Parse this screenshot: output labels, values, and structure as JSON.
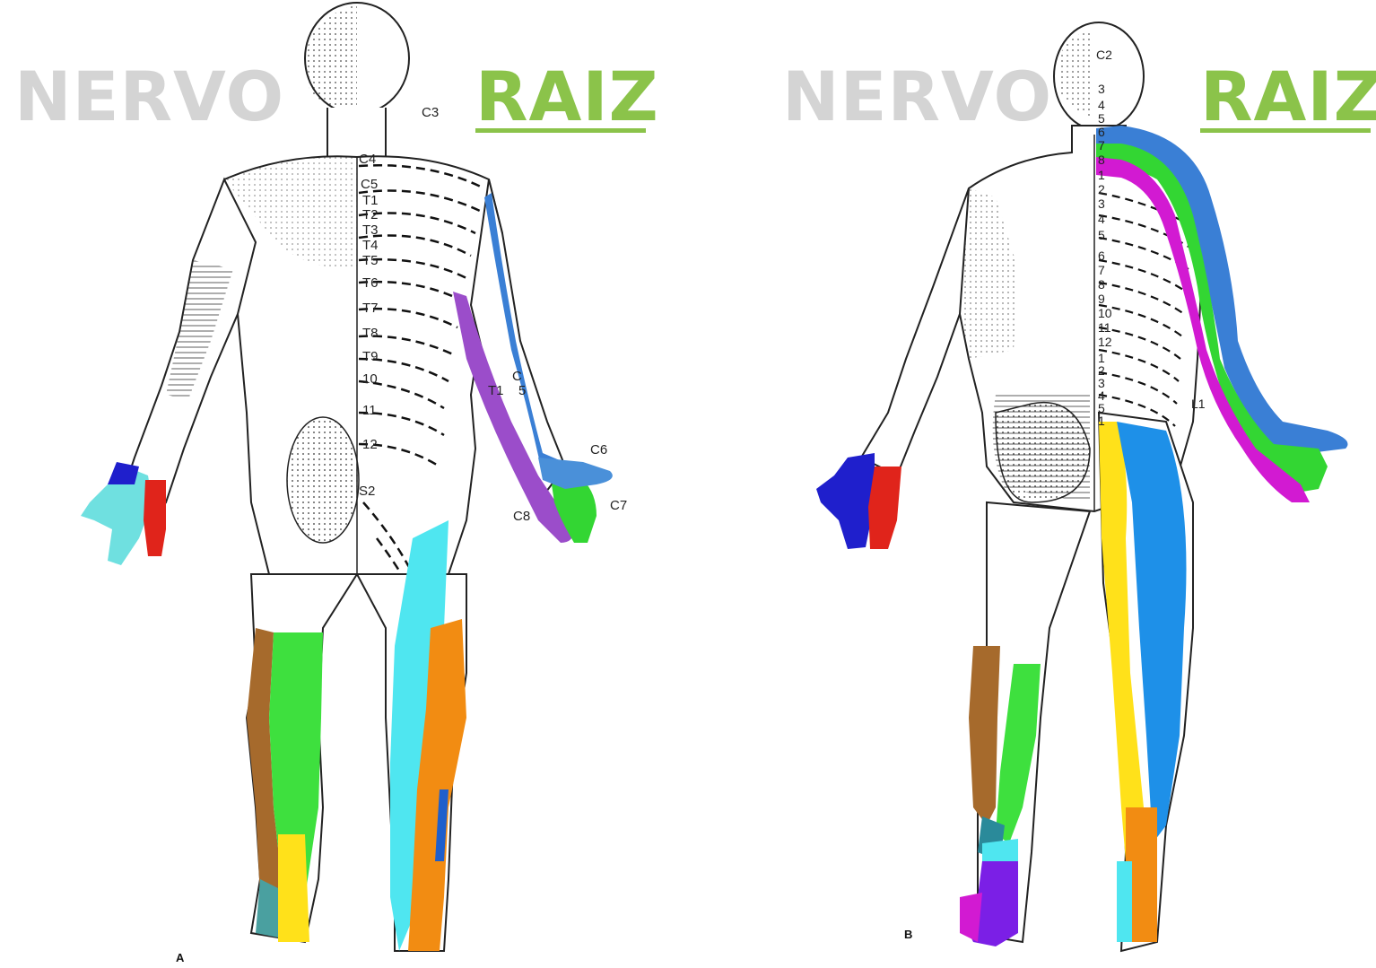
{
  "headings": {
    "left_nervo": "NERVO",
    "left_raiz": "RAIZ",
    "right_nervo": "NERVO",
    "right_raiz": "RAIZ"
  },
  "panels": {
    "a": "A",
    "b": "B"
  },
  "front_labels": {
    "c3": "C3",
    "c4": "C4",
    "c5": "C5",
    "t1": "T1",
    "t2": "T2",
    "t3": "T3",
    "t4": "T4",
    "t5": "T5",
    "t6": "T6",
    "t7": "T7",
    "t8": "T8",
    "t9": "T9",
    "t10": "10",
    "t11": "11",
    "t12": "12",
    "s2": "S2",
    "arm_t1": "T1",
    "arm_c": "C",
    "arm_5": "5",
    "c6": "C6",
    "c7": "C7",
    "c8": "C8"
  },
  "back_labels": {
    "c2": "C2",
    "c3": "3",
    "c4": "4",
    "c5": "5",
    "c6": "6",
    "c7": "7",
    "c8": "8",
    "t1": "1",
    "t2": "2",
    "t3": "3",
    "t4": "4",
    "t5": "5",
    "t6": "6",
    "t7": "7",
    "t8": "8",
    "t9": "9",
    "t10": "10",
    "t11": "11",
    "t12": "12",
    "l1": "1",
    "l2": "2",
    "l3": "3",
    "l4": "4",
    "l5": "5",
    "s1": "1",
    "l1_side": "L1"
  },
  "colors": {
    "c5_blue": "#3a7fd5",
    "c6_blue": "#4a90d9",
    "c7_green": "#33d633",
    "c8_purple": "#9b4dca",
    "t1_purple": "#9b4dca",
    "magenta": "#d21ad2",
    "cyan": "#4fe6f0",
    "light_cyan": "#6fe0e0",
    "red": "#e0241b",
    "dark_blue": "#1f1fcc",
    "brown": "#a66a2c",
    "green": "#3ee03e",
    "yellow": "#ffe11a",
    "orange": "#f28c12",
    "sky_blue": "#1e90e8",
    "violet": "#7b1fe6"
  }
}
